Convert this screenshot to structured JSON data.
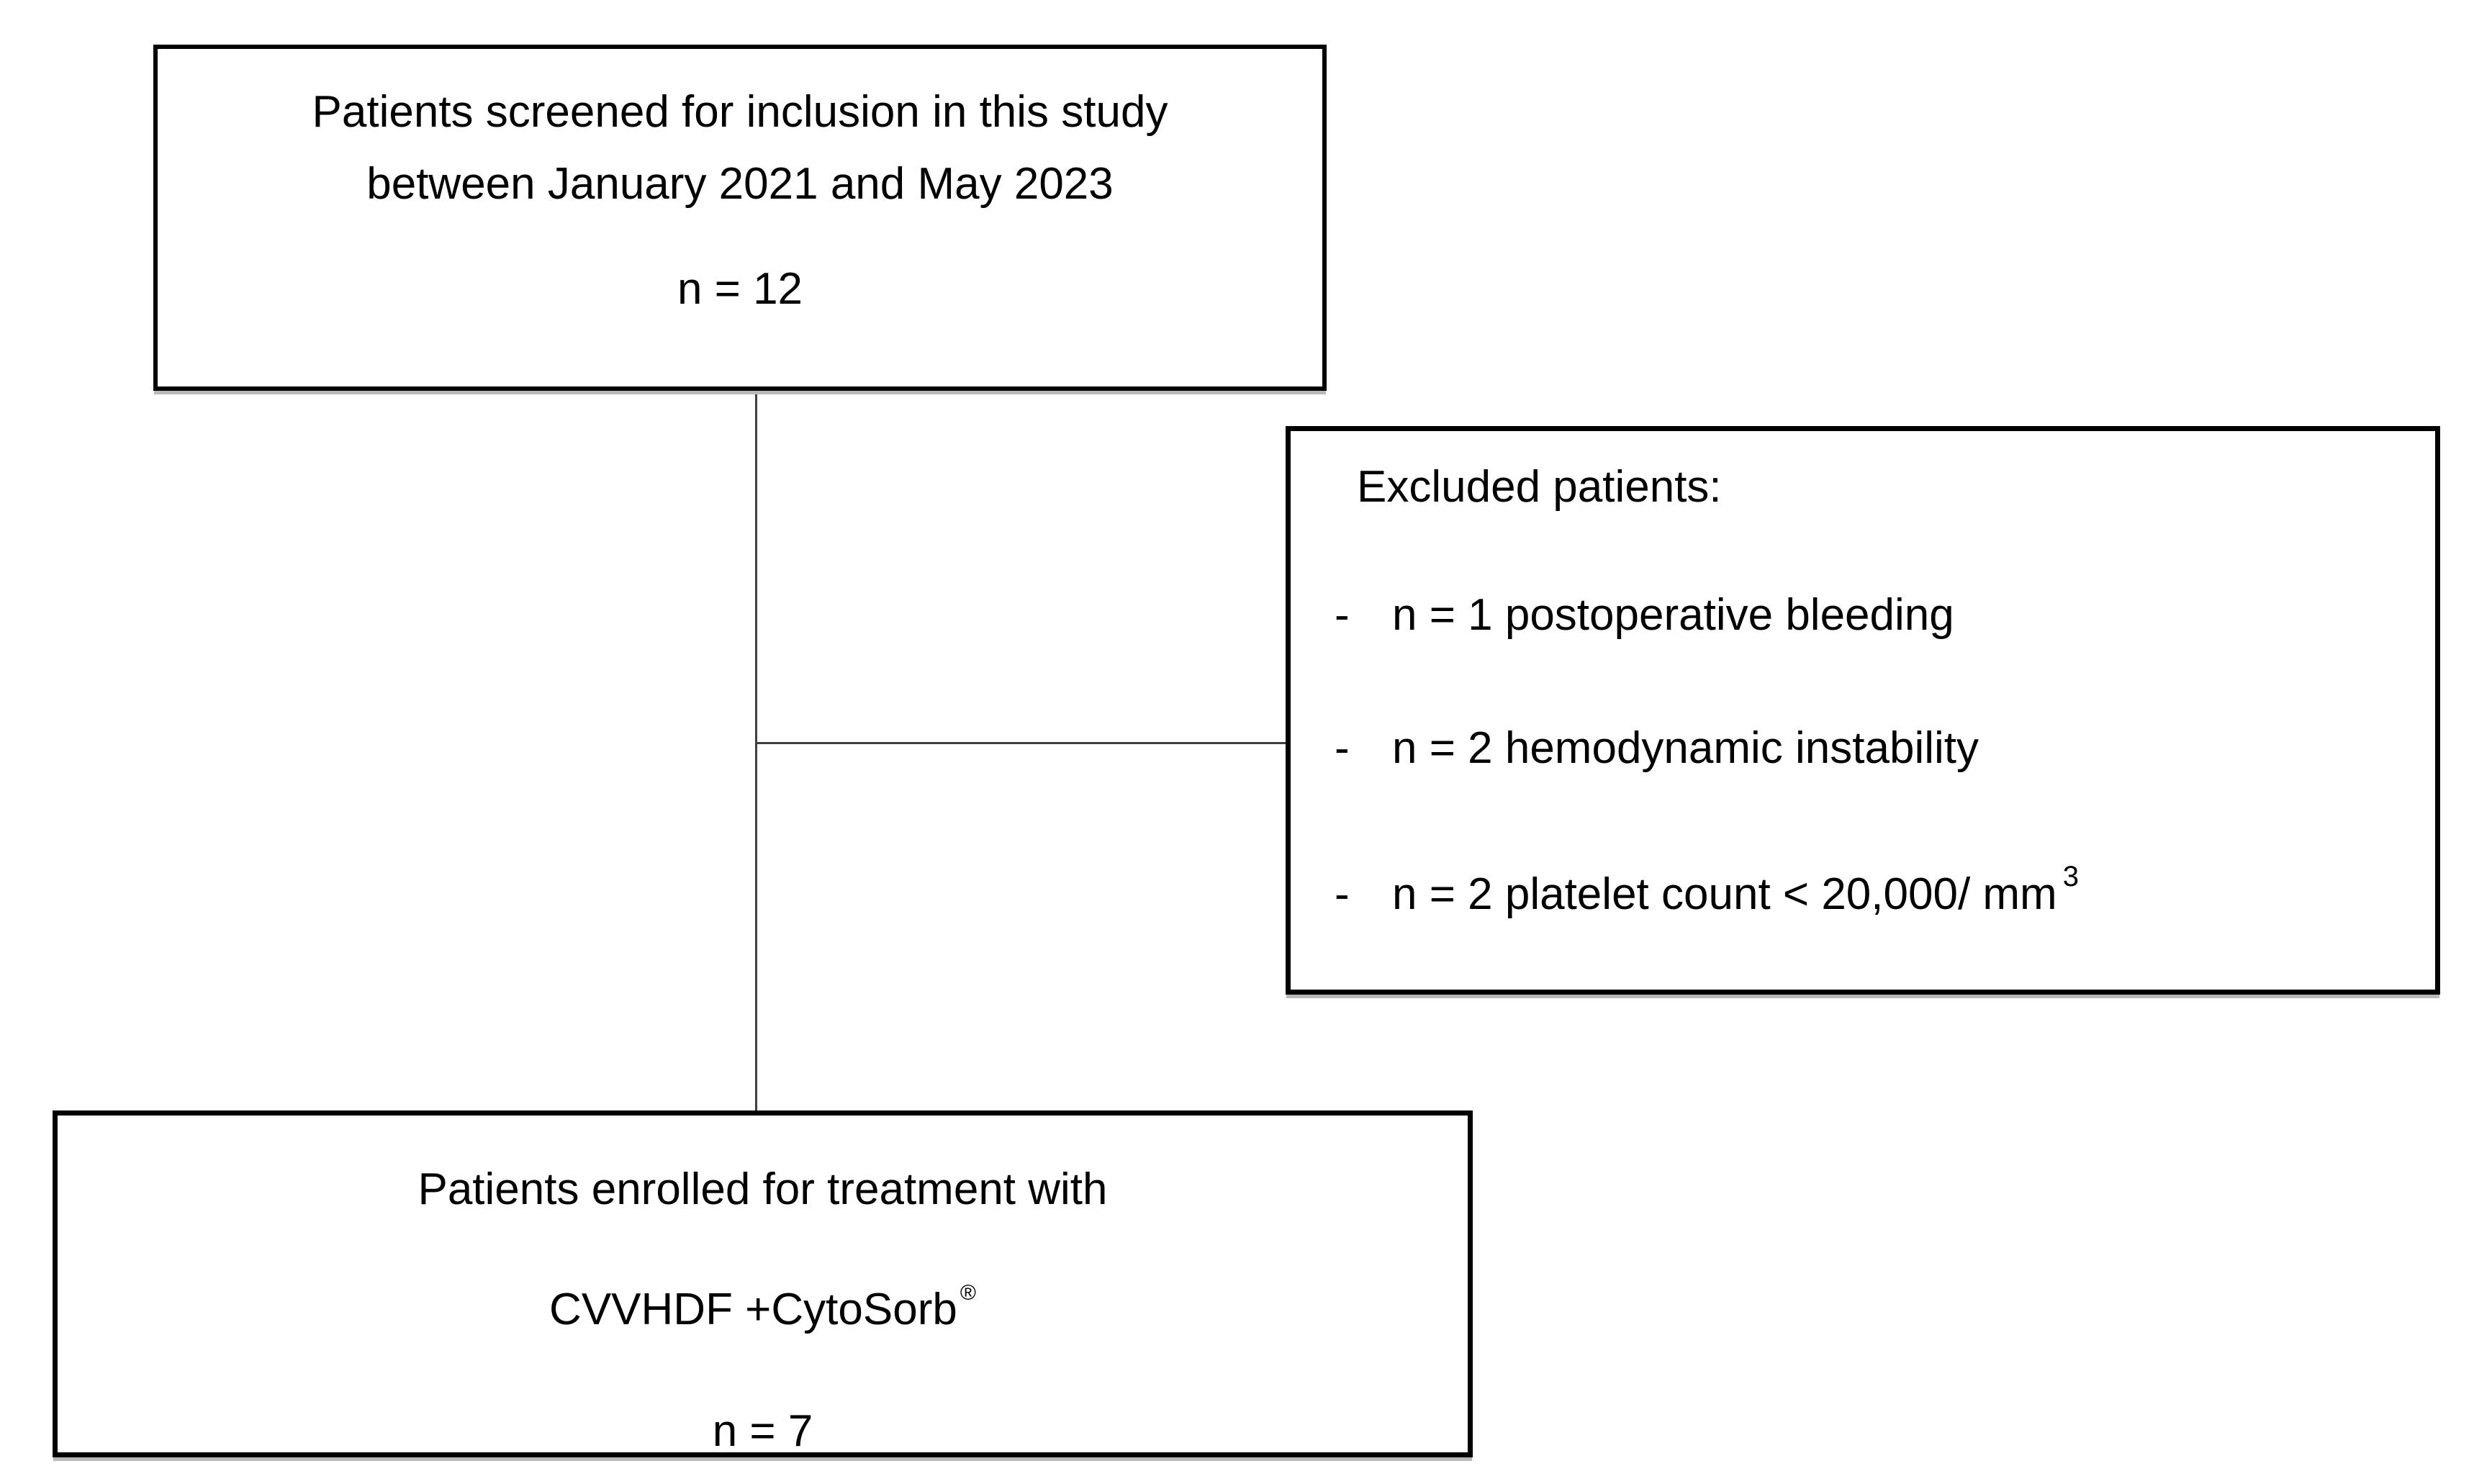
{
  "diagram": {
    "kind": "patient-flow-diagram",
    "screened": {
      "line1": "Patients screened for inclusion in this study",
      "line2": "between January 2021 and May 2023",
      "count": "n = 12"
    },
    "excluded": {
      "title": "Excluded patients:",
      "items": [
        {
          "bullet": "-",
          "text": "n = 1 postoperative bleeding",
          "superscript": ""
        },
        {
          "bullet": "-",
          "text": "n = 2 hemodynamic instability",
          "superscript": ""
        },
        {
          "bullet": "-",
          "text": "n = 2 platelet count < 20,000/ mm",
          "superscript": "3"
        }
      ]
    },
    "enrolled": {
      "line1": "Patients enrolled for treatment with",
      "treatment": "CVVHDF +CytoSorb",
      "treatment_superscript": "®",
      "count": "n = 7"
    },
    "colors": {
      "background": "#ffffff",
      "box_border": "#000000",
      "text": "#000000",
      "connector": "#3f3f3f"
    }
  }
}
